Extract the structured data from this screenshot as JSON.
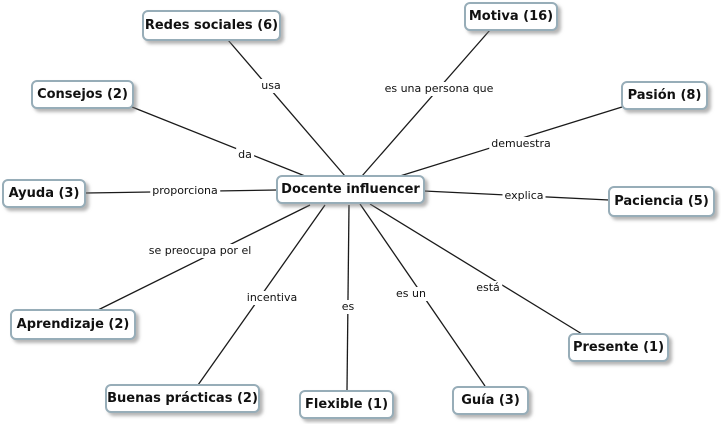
{
  "center": "Docente influencer",
  "concepts": {
    "redes": "Redes sociales (6)",
    "motiva": "Motiva (16)",
    "consejos": "Consejos (2)",
    "pasion": "Pasión (8)",
    "ayuda": "Ayuda (3)",
    "paciencia": "Paciencia (5)",
    "aprendizaje": "Aprendizaje (2)",
    "presente": "Presente (1)",
    "buenas": "Buenas prácticas (2)",
    "flexible": "Flexible (1)",
    "guia": "Guía (3)"
  },
  "links": {
    "usa": "usa",
    "motiva": "es una persona que",
    "da": "da",
    "demuestra": "demuestra",
    "proporciona": "proporciona",
    "explica": "explica",
    "preocupa": "se preocupa por el",
    "incentiva": "incentiva",
    "es": "es",
    "esun": "es un",
    "esta": "está"
  },
  "colors": {
    "node_border": "#97adb8",
    "line": "#1a1a1a"
  }
}
